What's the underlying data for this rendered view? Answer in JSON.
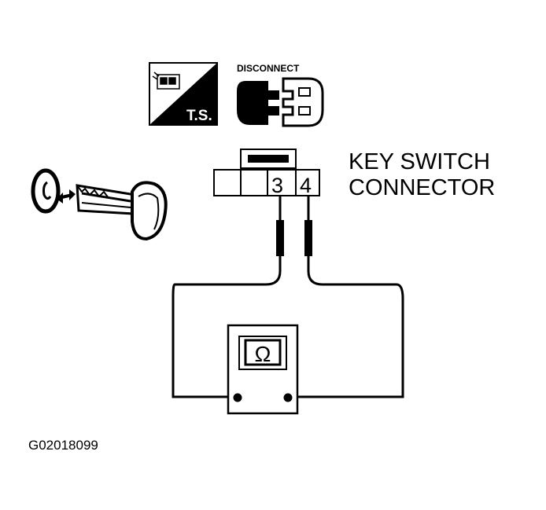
{
  "ts_icon": {
    "label": "T.S."
  },
  "disconnect_icon": {
    "label": "DISCONNECT"
  },
  "connector": {
    "title_line1": "KEY SWITCH",
    "title_line2": "CONNECTOR",
    "pin_a": "3",
    "pin_b": "4"
  },
  "meter": {
    "symbol": "Ω"
  },
  "figure_code": "G02018099",
  "colors": {
    "ink": "#000000",
    "paper": "#ffffff"
  }
}
